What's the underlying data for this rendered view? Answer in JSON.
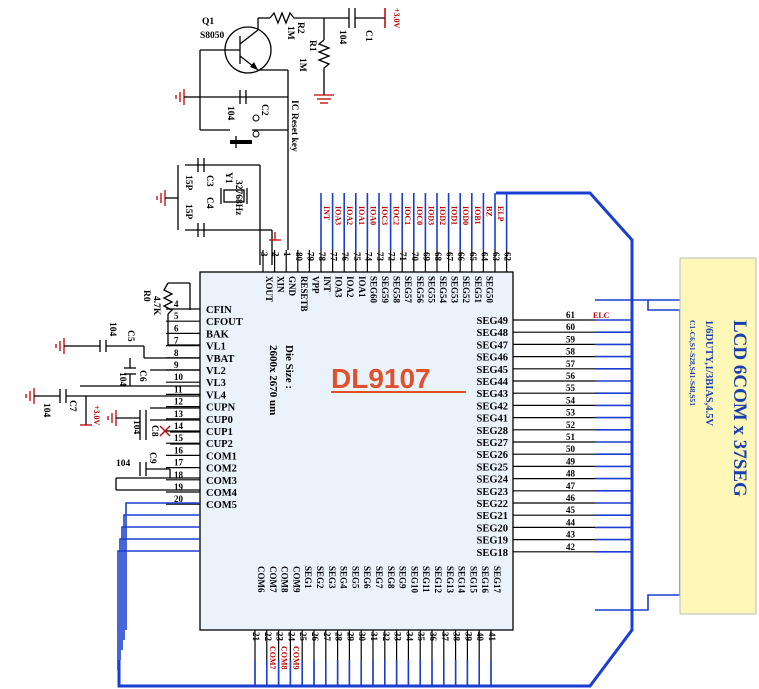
{
  "chip": {
    "name": "DL9107",
    "die_size_label": "Die Size :",
    "die_size_value": "2600x 2670 um"
  },
  "lcd": {
    "title": "LCD 6COM x 37SEG",
    "subtitle": "1/6DUTY,1/3BIAS,4.5V",
    "note": "C1-C6,S1-S28,S41-S48,S51"
  },
  "components": {
    "q1": "Q1",
    "q1_part": "S8050",
    "r2": "R2",
    "r2_val": "1M",
    "r1": "R1",
    "r1_val": "1M",
    "c1": "C1",
    "c1_val": "104",
    "c2": "C2",
    "c2_val": "104",
    "supply": "+3.0V",
    "reset_key": "IC Reset key",
    "c3": "C3",
    "c3_val": "15P",
    "c4": "C4",
    "c4_val": "15P",
    "y1": "Y1",
    "y1_val": "32768Hz",
    "r0": "R0",
    "r0_val": "4.7K",
    "c5": "C5",
    "c5_val": "104",
    "c6": "C6",
    "c6_val": "104",
    "c7": "C7",
    "c7_val": "104",
    "c8": "C8",
    "c8_val": "104",
    "c9": "C9",
    "c9_val": "104",
    "supply2": "+3.0V"
  },
  "pins_left": [
    {
      "num": "4",
      "label": "CFIN"
    },
    {
      "num": "5",
      "label": "CFOUT"
    },
    {
      "num": "6",
      "label": "BAK"
    },
    {
      "num": "7",
      "label": "VL1"
    },
    {
      "num": "8",
      "label": "VBAT"
    },
    {
      "num": "9",
      "label": "VL2"
    },
    {
      "num": "10",
      "label": "VL3"
    },
    {
      "num": "11",
      "label": "VL4"
    },
    {
      "num": "12",
      "label": "CUPN"
    },
    {
      "num": "13",
      "label": "CUP0"
    },
    {
      "num": "14",
      "label": "CUP1"
    },
    {
      "num": "15",
      "label": "CUP2"
    },
    {
      "num": "16",
      "label": "COM1"
    },
    {
      "num": "17",
      "label": "COM2"
    },
    {
      "num": "18",
      "label": "COM3"
    },
    {
      "num": "19",
      "label": "COM4"
    },
    {
      "num": "20",
      "label": "COM5"
    }
  ],
  "pins_right": [
    {
      "num": "61",
      "label": "SEG49",
      "net": "ELC"
    },
    {
      "num": "60",
      "label": "SEG48"
    },
    {
      "num": "59",
      "label": "SEG47"
    },
    {
      "num": "58",
      "label": "SEG46"
    },
    {
      "num": "57",
      "label": "SEG45"
    },
    {
      "num": "56",
      "label": "SEG44"
    },
    {
      "num": "55",
      "label": "SEG43"
    },
    {
      "num": "54",
      "label": "SEG42"
    },
    {
      "num": "53",
      "label": "SEG41"
    },
    {
      "num": "52",
      "label": "SEG28"
    },
    {
      "num": "51",
      "label": "SEG27"
    },
    {
      "num": "50",
      "label": "SEG26"
    },
    {
      "num": "49",
      "label": "SEG25"
    },
    {
      "num": "48",
      "label": "SEG24"
    },
    {
      "num": "47",
      "label": "SEG23"
    },
    {
      "num": "46",
      "label": "SEG22"
    },
    {
      "num": "45",
      "label": "SEG21"
    },
    {
      "num": "44",
      "label": "SEG20"
    },
    {
      "num": "43",
      "label": "SEG19"
    },
    {
      "num": "42",
      "label": "SEG18"
    }
  ],
  "pins_top": [
    {
      "num": "3",
      "label": "XOUT",
      "net": ""
    },
    {
      "num": "2",
      "label": "XIN",
      "net": ""
    },
    {
      "num": "1",
      "label": "GND",
      "net": ""
    },
    {
      "num": "80",
      "label": "RESETB",
      "net": ""
    },
    {
      "num": "79",
      "label": "VPP",
      "net": ""
    },
    {
      "num": "78",
      "label": "INT",
      "net": "INT"
    },
    {
      "num": "77",
      "label": "IOA3",
      "net": "IOA3"
    },
    {
      "num": "76",
      "label": "IOA2",
      "net": "IOA2"
    },
    {
      "num": "75",
      "label": "IOA1",
      "net": "IOA1"
    },
    {
      "num": "74",
      "label": "SEG60",
      "net": "IOA0"
    },
    {
      "num": "73",
      "label": "SEG59",
      "net": "IOC3"
    },
    {
      "num": "72",
      "label": "SEG58",
      "net": "IOC2"
    },
    {
      "num": "71",
      "label": "SEG57",
      "net": "IOC1"
    },
    {
      "num": "70",
      "label": "SEG56",
      "net": "IOC0"
    },
    {
      "num": "69",
      "label": "SEG55",
      "net": "IOD3"
    },
    {
      "num": "68",
      "label": "SEG54",
      "net": "IOD2"
    },
    {
      "num": "67",
      "label": "SEG53",
      "net": "IOD1"
    },
    {
      "num": "66",
      "label": "SEG52",
      "net": "IOD0"
    },
    {
      "num": "65",
      "label": "SEG51",
      "net": "IOB1"
    },
    {
      "num": "64",
      "label": "SEG50",
      "net": "BZ"
    },
    {
      "num": "63",
      "label": "",
      "net": "ELP"
    },
    {
      "num": "62",
      "label": "",
      "net": ""
    }
  ],
  "pins_bottom": [
    {
      "num": "21",
      "label": "COM6",
      "net": ""
    },
    {
      "num": "22",
      "label": "COM7",
      "net": "COM7"
    },
    {
      "num": "23",
      "label": "COM8",
      "net": "COM8"
    },
    {
      "num": "24",
      "label": "COM9",
      "net": "COM9"
    },
    {
      "num": "25",
      "label": "SEG1",
      "net": ""
    },
    {
      "num": "26",
      "label": "SEG2",
      "net": ""
    },
    {
      "num": "27",
      "label": "SEG3",
      "net": ""
    },
    {
      "num": "28",
      "label": "SEG4",
      "net": ""
    },
    {
      "num": "29",
      "label": "SEG5",
      "net": ""
    },
    {
      "num": "30",
      "label": "SEG6",
      "net": ""
    },
    {
      "num": "31",
      "label": "SEG7",
      "net": ""
    },
    {
      "num": "32",
      "label": "SEG8",
      "net": ""
    },
    {
      "num": "33",
      "label": "SEG9",
      "net": ""
    },
    {
      "num": "34",
      "label": "SEG10",
      "net": ""
    },
    {
      "num": "35",
      "label": "SEG11",
      "net": ""
    },
    {
      "num": "36",
      "label": "SEG12",
      "net": ""
    },
    {
      "num": "37",
      "label": "SEG13",
      "net": ""
    },
    {
      "num": "38",
      "label": "SEG14",
      "net": ""
    },
    {
      "num": "39",
      "label": "SEG15",
      "net": ""
    },
    {
      "num": "40",
      "label": "SEG16",
      "net": ""
    },
    {
      "num": "41",
      "label": "SEG17",
      "net": ""
    }
  ],
  "colors": {
    "chip_fill": "#eaf3fb",
    "bus": "#1a3fd0",
    "net_label": "#c00000",
    "lcd_fill": "#fdf7b8",
    "chip_title": "#e0502a"
  }
}
